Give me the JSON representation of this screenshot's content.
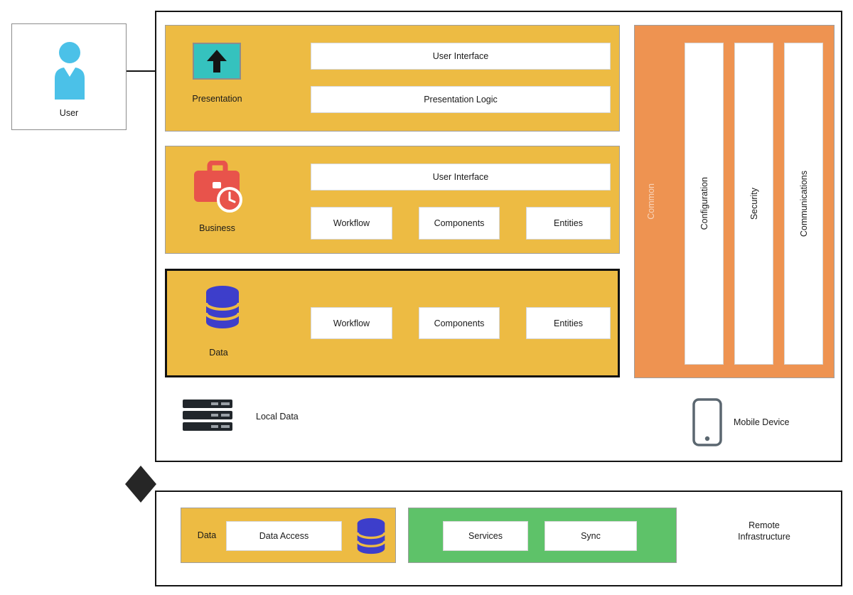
{
  "user_box": {
    "label": "User"
  },
  "device": {
    "presentation": {
      "label": "Presentation",
      "bars": [
        "User Interface",
        "Presentation Logic"
      ]
    },
    "business": {
      "label": "Business",
      "bar": "User Interface",
      "boxes": [
        "Workflow",
        "Components",
        "Entities"
      ]
    },
    "data": {
      "label": "Data",
      "boxes": [
        "Workflow",
        "Components",
        "Entities"
      ]
    },
    "common": {
      "label": "Common",
      "columns": [
        "Configuration",
        "Security",
        "Communications"
      ]
    },
    "local_data_label": "Local Data",
    "mobile_device_label": "Mobile Device"
  },
  "remote": {
    "data_group": {
      "label": "Data",
      "access_box": "Data Access"
    },
    "services_group": {
      "boxes": [
        "Services",
        "Sync"
      ]
    },
    "label": "Remote Infrastructure"
  },
  "colors": {
    "layer_yellow": "#EDBB43",
    "common_orange": "#EE9351",
    "services_green": "#5EC269",
    "presentation_teal": "#35C2BE",
    "business_red": "#E8534B",
    "database_indigo": "#3D3ECB",
    "user_blue": "#4BC1E8"
  }
}
